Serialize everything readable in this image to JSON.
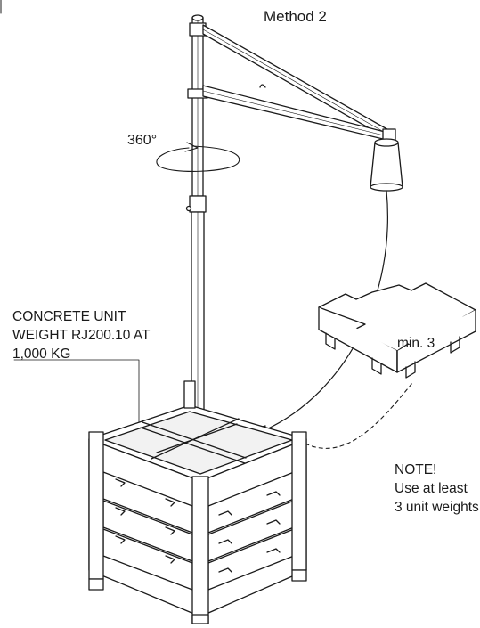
{
  "method_label": "Method 2",
  "rotation_label": "360°",
  "unit_weight_label": [
    "CONCRETE UNIT",
    "WEIGHT RJ200.10 AT",
    "1,000 KG"
  ],
  "min_label": "min. 3",
  "note": {
    "heading": "NOTE!",
    "lines": [
      "Use at least",
      "3 unit weights"
    ]
  },
  "colors": {
    "line": "#1a1a1a",
    "fill": "#ffffff",
    "shade": "#f2f2f2"
  }
}
